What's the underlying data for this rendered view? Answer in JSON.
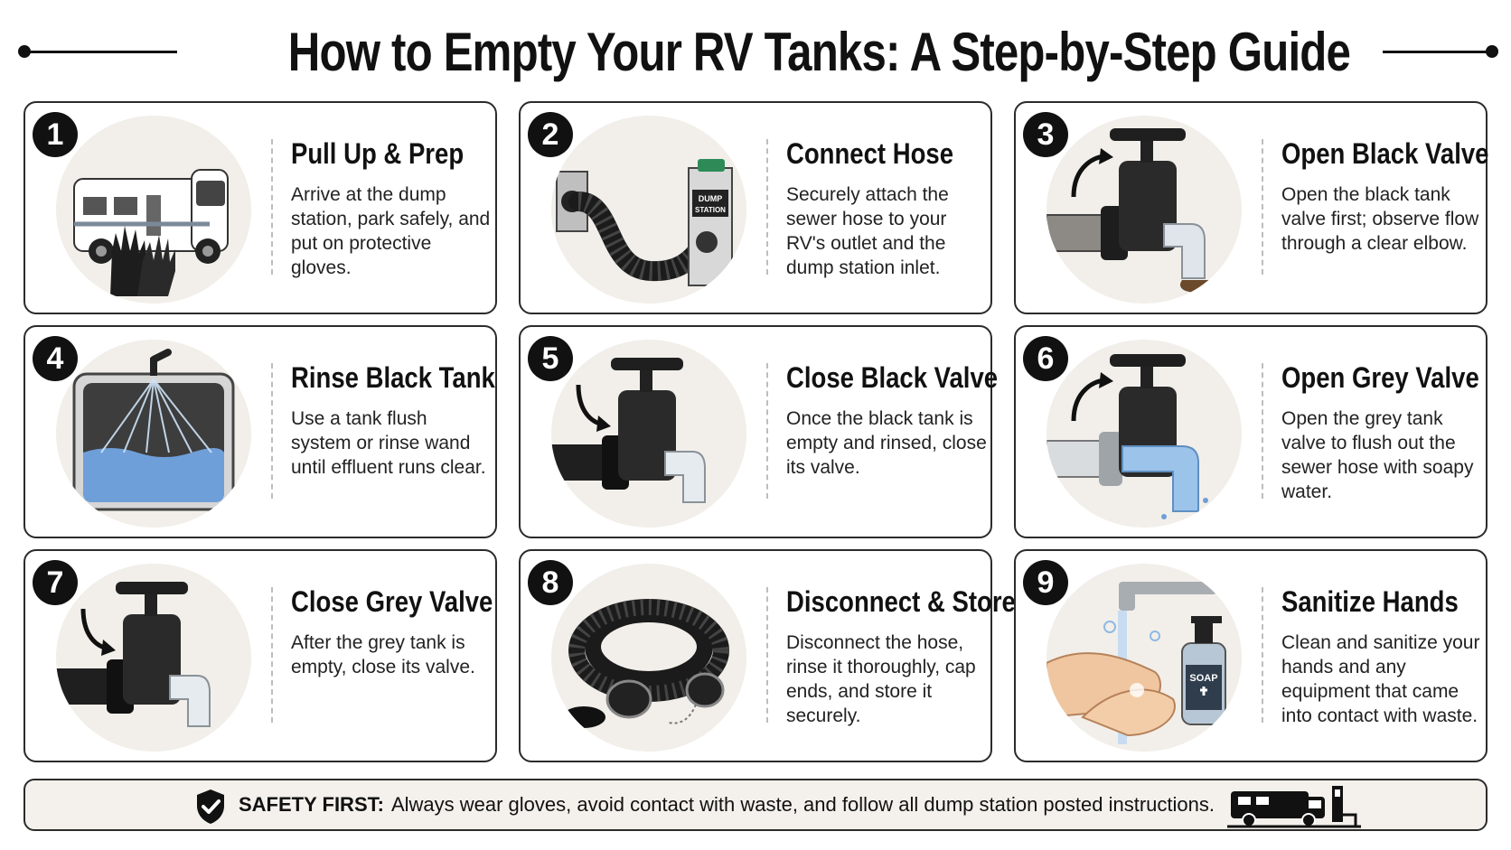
{
  "title": "How to Empty Your RV Tanks: A Step-by-Step Guide",
  "steps": [
    {
      "number": "1",
      "title": "Pull Up & Prep",
      "description": "Arrive at the dump station, park safely, and put on protective gloves.",
      "icon": "rv-and-gloves-icon"
    },
    {
      "number": "2",
      "title": "Connect Hose",
      "description": "Securely attach the sewer hose to your RV's outlet and the dump station inlet.",
      "icon": "sewer-hose-icon",
      "sign_text_1": "DUMP",
      "sign_text_2": "STATION"
    },
    {
      "number": "3",
      "title": "Open Black Valve",
      "description": "Open the black tank valve first; observe flow through a clear elbow.",
      "icon": "open-valve-icon"
    },
    {
      "number": "4",
      "title": "Rinse Black Tank",
      "description": "Use a tank flush system or rinse wand until effluent runs clear.",
      "icon": "tank-flush-icon"
    },
    {
      "number": "5",
      "title": "Close Black Valve",
      "description": "Once the black tank is empty and rinsed, close its valve.",
      "icon": "close-valve-icon"
    },
    {
      "number": "6",
      "title": "Open Grey Valve",
      "description": "Open the grey tank valve to flush out the sewer hose with soapy water.",
      "icon": "grey-valve-flow-icon"
    },
    {
      "number": "7",
      "title": "Close Grey Valve",
      "description": "After the grey tank is empty, close its valve.",
      "icon": "close-valve-icon"
    },
    {
      "number": "8",
      "title": "Disconnect & Store",
      "description": "Disconnect the hose, rinse it thoroughly, cap ends, and store it securely.",
      "icon": "coiled-hose-icon"
    },
    {
      "number": "9",
      "title": "Sanitize Hands",
      "description": "Clean and sanitize your hands and any equipment that came into contact with waste.",
      "icon": "hand-washing-icon",
      "bottle_text": "SOAP"
    }
  ],
  "safety": {
    "label": "SAFETY FIRST:",
    "text": "Always wear gloves, avoid contact with waste, and follow all dump station posted instructions.",
    "icon": "shield-check-icon",
    "end_icon": "rv-dump-station-icon"
  },
  "colors": {
    "ink": "#111111",
    "card_border": "#2b2b2b",
    "illustration_bg": "#f2efea",
    "water": "#6f9fd8",
    "waste": "#6b4a2b",
    "safety_bg": "#f4f1ec"
  }
}
